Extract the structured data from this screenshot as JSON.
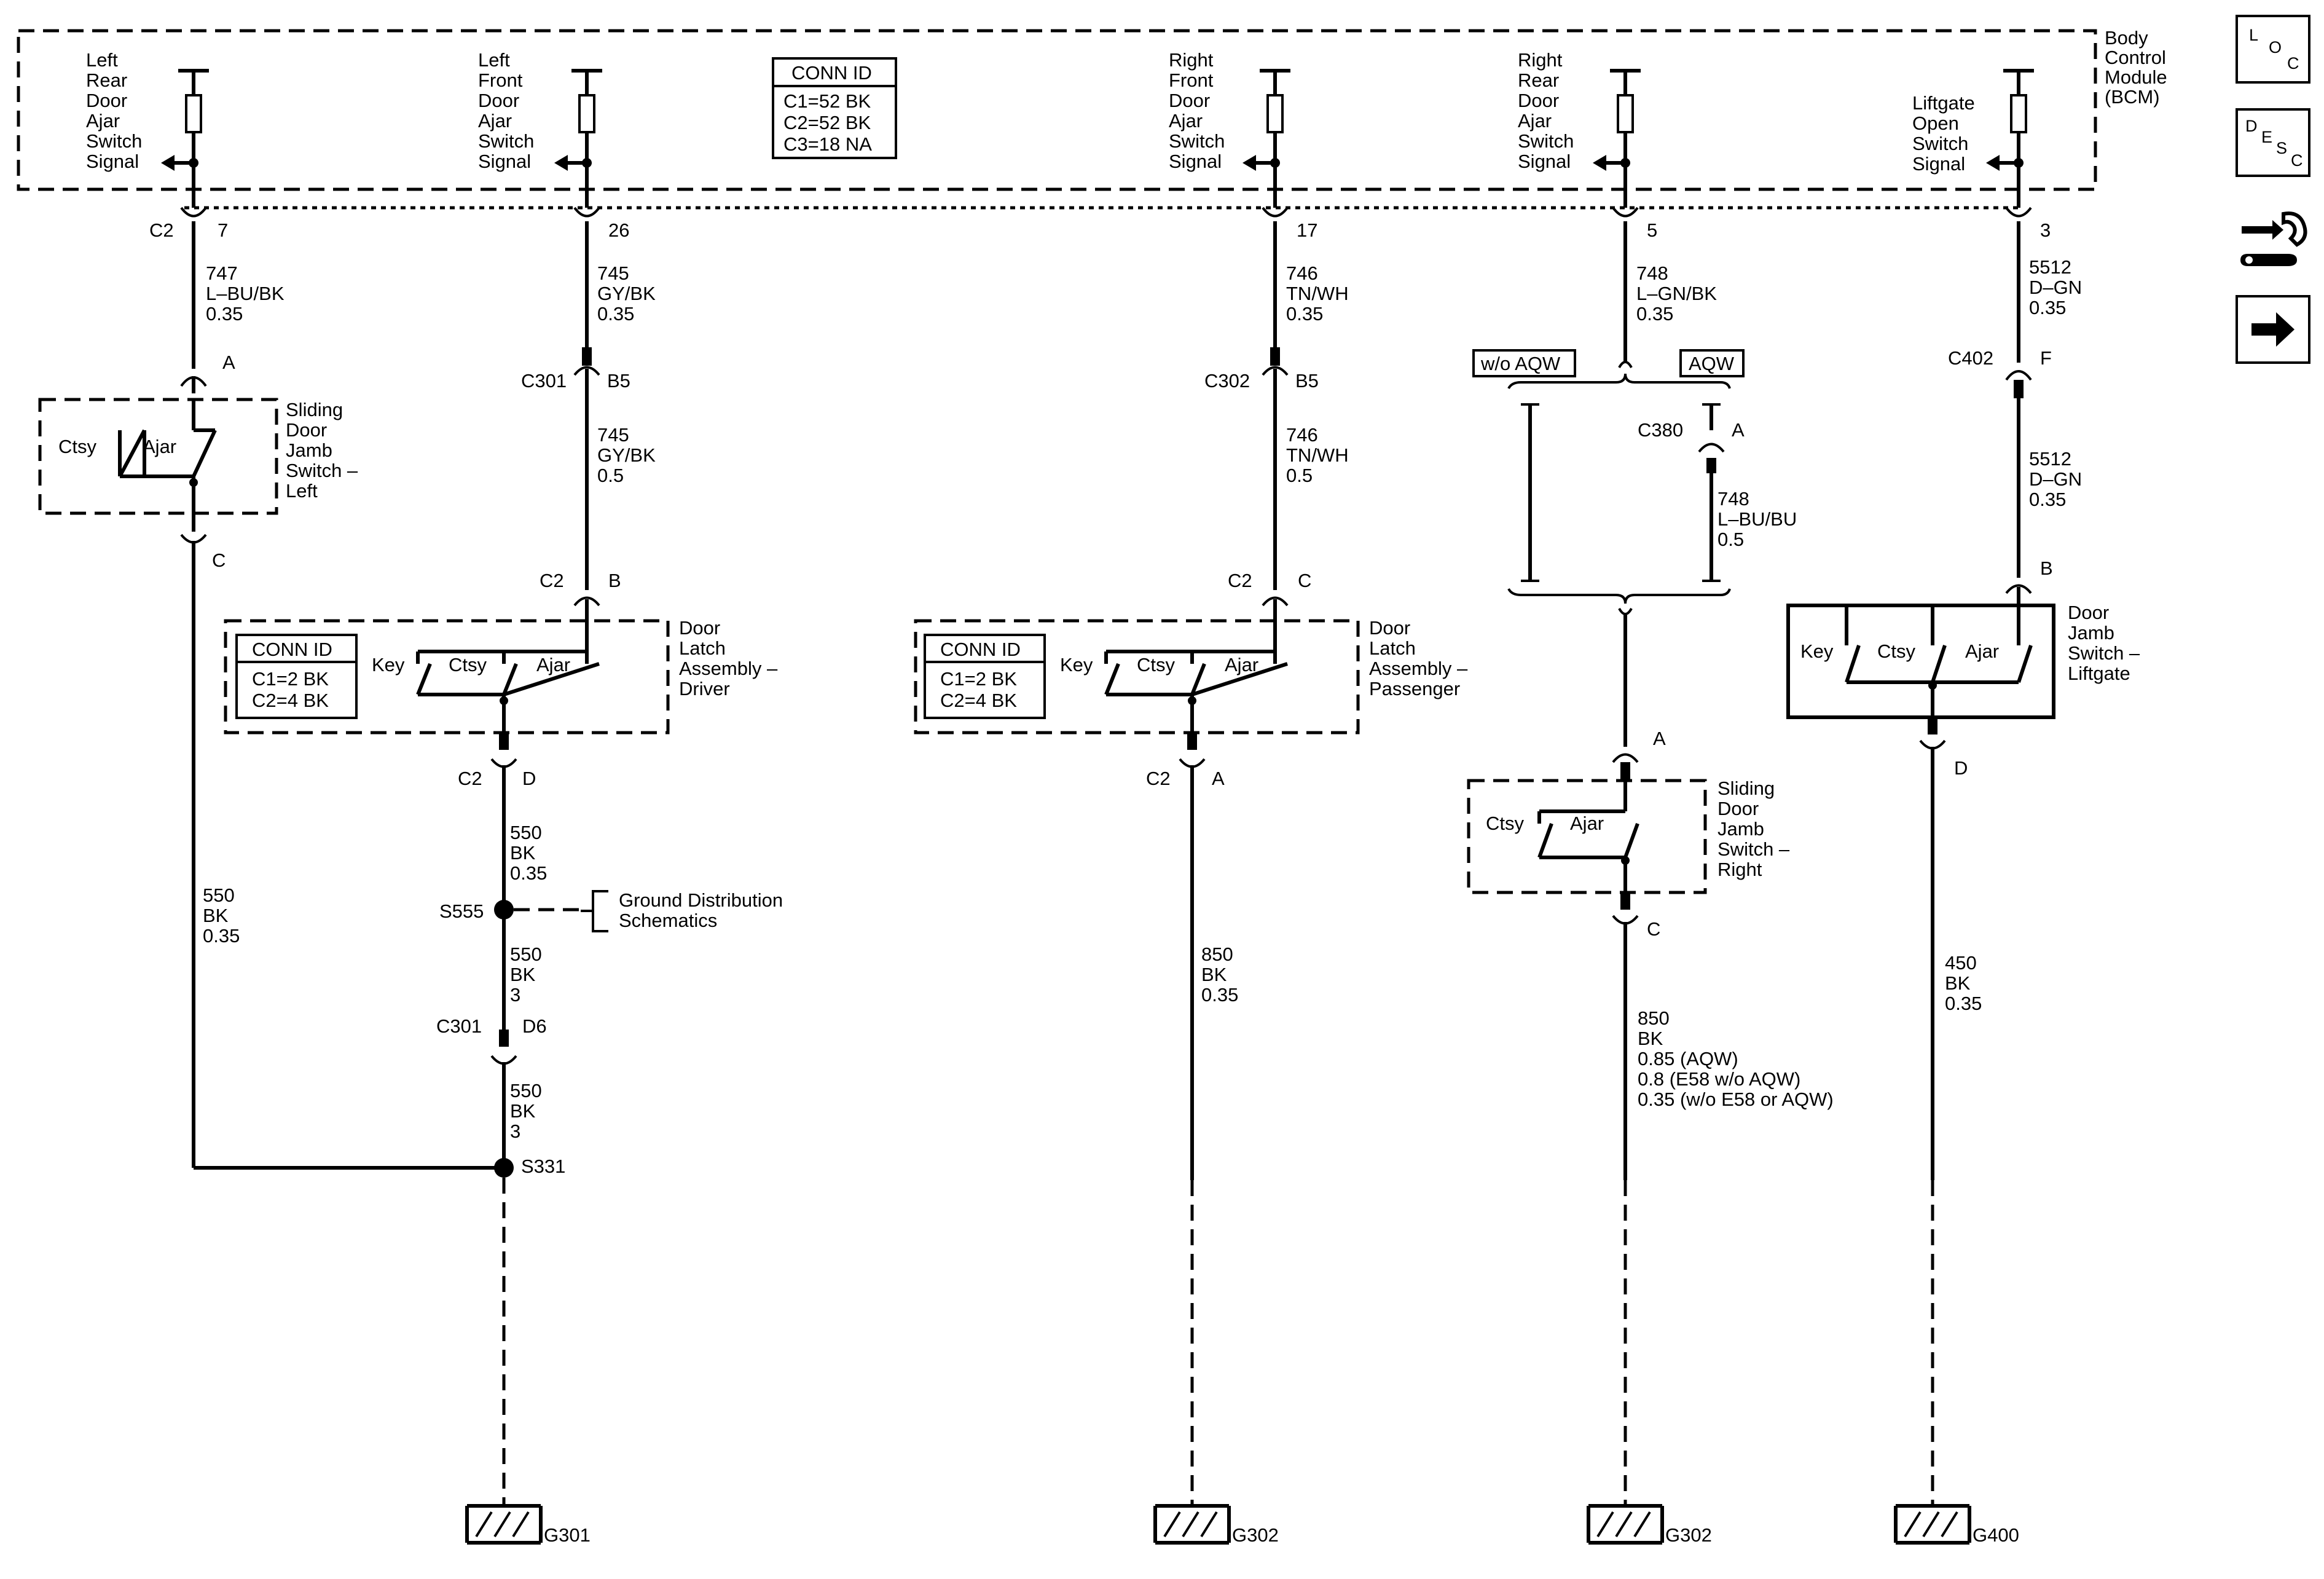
{
  "bcm": {
    "name_lines": [
      "Body",
      "Control",
      "Module",
      "(BCM)"
    ]
  },
  "conn_id_bcm": {
    "title": "CONN ID",
    "lines": [
      "C1=52 BK",
      "C2=52 BK",
      "C3=18 NA"
    ]
  },
  "conn_id_driver": {
    "title": "CONN ID",
    "lines": [
      "C1=2 BK",
      "C2=4 BK"
    ]
  },
  "conn_id_passenger": {
    "title": "CONN ID",
    "lines": [
      "C1=2 BK",
      "C2=4 BK"
    ]
  },
  "bcm_signals": [
    {
      "lines": [
        "Left",
        "Rear",
        "Door",
        "Ajar",
        "Switch",
        "Signal"
      ],
      "connector": "C2",
      "pin": "7",
      "wire": [
        "747",
        "L–BU/BK",
        "0.35"
      ]
    },
    {
      "lines": [
        "Left",
        "Front",
        "Door",
        "Ajar",
        "Switch",
        "Signal"
      ],
      "connector": "",
      "pin": "26",
      "wire": [
        "745",
        "GY/BK",
        "0.35"
      ]
    },
    {
      "lines": [
        "Right",
        "Front",
        "Door",
        "Ajar",
        "Switch",
        "Signal"
      ],
      "connector": "",
      "pin": "17",
      "wire": [
        "746",
        "TN/WH",
        "0.35"
      ]
    },
    {
      "lines": [
        "Right",
        "Rear",
        "Door",
        "Ajar",
        "Switch",
        "Signal"
      ],
      "connector": "",
      "pin": "5",
      "wire": [
        "748",
        "L–GN/BK",
        "0.35"
      ]
    },
    {
      "lines": [
        "Liftgate",
        "Open",
        "Switch",
        "Signal"
      ],
      "connector": "",
      "pin": "3",
      "wire": [
        "5512",
        "D–GN",
        "0.35"
      ]
    }
  ],
  "col1": {
    "conn_a": "A",
    "conn_c": "C",
    "switch_label": [
      "Sliding",
      "Door",
      "Jamb",
      "Switch –",
      "Left"
    ],
    "contacts": [
      "Ctsy",
      "Ajar"
    ],
    "wire_bottom": [
      "550",
      "BK",
      "0.35"
    ]
  },
  "col2": {
    "inline": {
      "name": "C301",
      "pin": "B5"
    },
    "wire_mid": [
      "745",
      "GY/BK",
      "0.5"
    ],
    "latch_top": {
      "name": "C2",
      "pin": "B"
    },
    "contacts": [
      "Key",
      "Ctsy",
      "Ajar"
    ],
    "latch_label": [
      "Door",
      "Latch",
      "Assembly –",
      "Driver"
    ],
    "latch_bottom": {
      "name": "C2",
      "pin": "D"
    },
    "wire_a": [
      "550",
      "BK",
      "0.35"
    ],
    "splice": "S555",
    "ground_ref": [
      "Ground Distribution",
      "Schematics"
    ],
    "wire_b": [
      "550",
      "BK",
      "3"
    ],
    "inline2": {
      "name": "C301",
      "pin": "D6"
    },
    "wire_c": [
      "550",
      "BK",
      "3"
    ],
    "splice2": "S331",
    "ground": "G301"
  },
  "col3": {
    "inline": {
      "name": "C302",
      "pin": "B5"
    },
    "wire_mid": [
      "746",
      "TN/WH",
      "0.5"
    ],
    "latch_top": {
      "name": "C2",
      "pin": "C"
    },
    "contacts": [
      "Key",
      "Ctsy",
      "Ajar"
    ],
    "latch_label": [
      "Door",
      "Latch",
      "Assembly –",
      "Passenger"
    ],
    "latch_bottom": {
      "name": "C2",
      "pin": "A"
    },
    "wire_bottom": [
      "850",
      "BK",
      "0.35"
    ],
    "ground": "G302"
  },
  "col4": {
    "opt_left": "w/o AQW",
    "opt_right": "AQW",
    "inline": {
      "name": "C380",
      "pin": "A"
    },
    "wire_mid": [
      "748",
      "L–BU/BU",
      "0.5"
    ],
    "conn_a": "A",
    "contacts": [
      "Ctsy",
      "Ajar"
    ],
    "switch_label": [
      "Sliding",
      "Door",
      "Jamb",
      "Switch –",
      "Right"
    ],
    "conn_c": "C",
    "wire_bottom": [
      "850",
      "BK",
      "0.85 (AQW)",
      "0.8 (E58 w/o AQW)",
      "0.35 (w/o E58 or AQW)"
    ],
    "ground": "G302"
  },
  "col5": {
    "inline": {
      "name": "C402",
      "pin": "F"
    },
    "wire_mid": [
      "5512",
      "D–GN",
      "0.35"
    ],
    "conn_b": "B",
    "contacts": [
      "Key",
      "Ctsy",
      "Ajar"
    ],
    "switch_label": [
      "Door",
      "Jamb",
      "Switch –",
      "Liftgate"
    ],
    "conn_d": "D",
    "wire_bottom": [
      "450",
      "BK",
      "0.35"
    ],
    "ground": "G400"
  },
  "nav": {
    "loc": [
      "L",
      "O",
      "C"
    ],
    "desc": [
      "D",
      "E",
      "S",
      "C"
    ],
    "icons": [
      "connector-wrench-icon",
      "arrow-right-icon"
    ]
  }
}
